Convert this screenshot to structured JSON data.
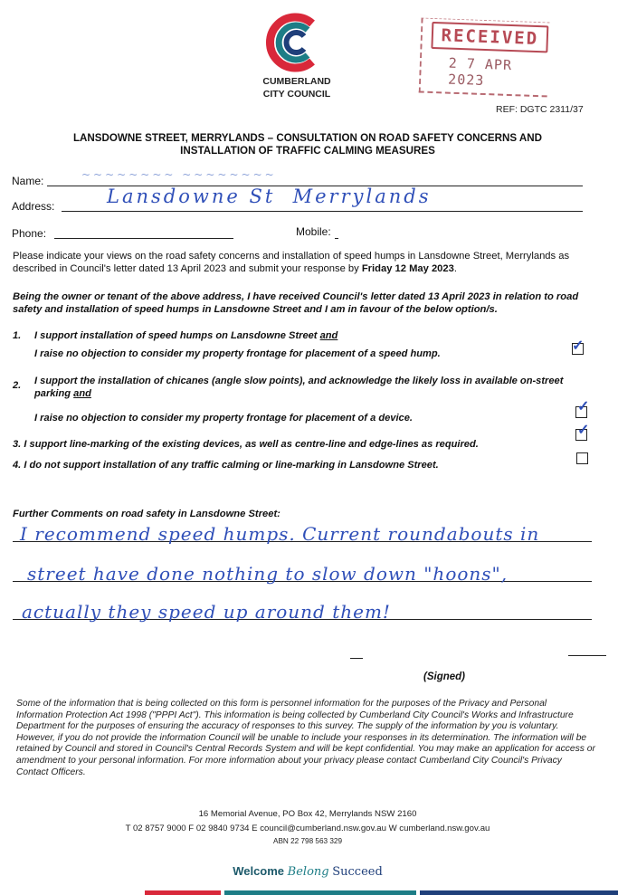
{
  "header": {
    "council_name_line1": "CUMBERLAND",
    "council_name_line2": "CITY COUNCIL",
    "stamp_title": "RECEIVED",
    "stamp_date": "2 7 APR 2023",
    "ref": "REF: DGTC 2311/37"
  },
  "title_line1": "LANSDOWNE STREET, MERRYLANDS – CONSULTATION ON ROAD SAFETY CONCERNS AND",
  "title_line2": "INSTALLATION OF TRAFFIC CALMING MEASURES",
  "form": {
    "name_label": "Name:",
    "address_label": "Address:",
    "address_value": "Lansdowne St  Merrylands",
    "phone_label": "Phone:",
    "mobile_label": "Mobile:"
  },
  "intro": {
    "text": "Please indicate your views on the road safety concerns and installation of speed humps in Lansdowne Street, Merrylands as described in Council's letter dated 13 April 2023 and submit your response by ",
    "deadline": "Friday 12 May 2023",
    "end": "."
  },
  "statement": "Being the owner or tenant of the above address, I have received Council's letter dated 13 April 2023 in relation to road safety and installation of speed humps in Lansdowne Street and I am in favour of the below option/s.",
  "options": [
    {
      "num": "1.",
      "line1": "I support installation of speed humps on Lansdowne Street ",
      "and": "and",
      "line2": "I raise no objection to consider my property frontage for placement of a speed hump.",
      "checked": true
    },
    {
      "num": "2.",
      "line1": "I support the installation of chicanes (angle slow points), and acknowledge the likely loss in available on-street parking ",
      "and": "and",
      "line2": "I raise no objection to consider my property frontage for placement of a device.",
      "checked": true
    },
    {
      "num": "3.",
      "line1": "I support line-marking of the existing devices, as well as centre-line and edge-lines as required.",
      "checked": true
    },
    {
      "num": "4.",
      "line1": "I do not support installation of any traffic calming or line-marking in Lansdowne Street.",
      "checked": false
    }
  ],
  "comments": {
    "label": "Further Comments on road safety in Lansdowne Street:",
    "line1": "I recommend speed humps. Current roundabouts in",
    "line2": "street have done nothing to slow down \"hoons\",",
    "line3": "actually they speed up around them!"
  },
  "signed_label": "(Signed)",
  "privacy": "Some of the information that is being collected on this form is personnel information for the purposes of the Privacy and Personal Information Protection Act 1998 (\"PPPI Act\"). This information is being collected by Cumberland City Council's Works and Infrastructure Department for the purposes of ensuring the accuracy of responses to this survey. The supply of the information by you is voluntary. However, if you do not provide the information Council will be unable to include your responses in its determination. The information will be retained by Council and stored in Council's Central Records System and will be kept confidential. You may make an application for access or amendment to your personal information. For more information about your privacy please contact Cumberland City Council's Privacy Contact Officers.",
  "footer": {
    "address": "16 Memorial Avenue, PO Box 42, Merrylands NSW 2160",
    "contact": "T 02 8757 9000   F 02 9840 9734   E council@cumberland.nsw.gov.au   W cumberland.nsw.gov.au",
    "abn": "ABN 22 798 563 329",
    "welcome": "Welcome",
    "belong": "Belong",
    "succeed": "Succeed"
  },
  "colors": {
    "logo_red": "#d9283a",
    "logo_teal": "#1d7d86",
    "logo_navy": "#1f3f7a",
    "stamp": "#b74a55",
    "ink": "#2f4fb8"
  }
}
